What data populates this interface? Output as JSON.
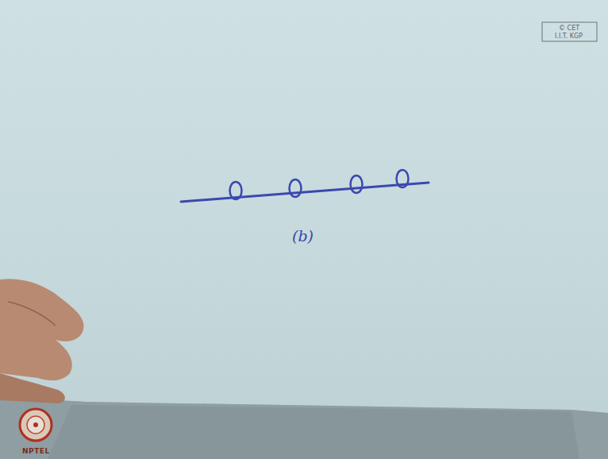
{
  "diagram": {
    "labels": [
      "(b)",
      "© CET",
      "I.I.T. KGP",
      "NPTEL"
    ]
  }
}
